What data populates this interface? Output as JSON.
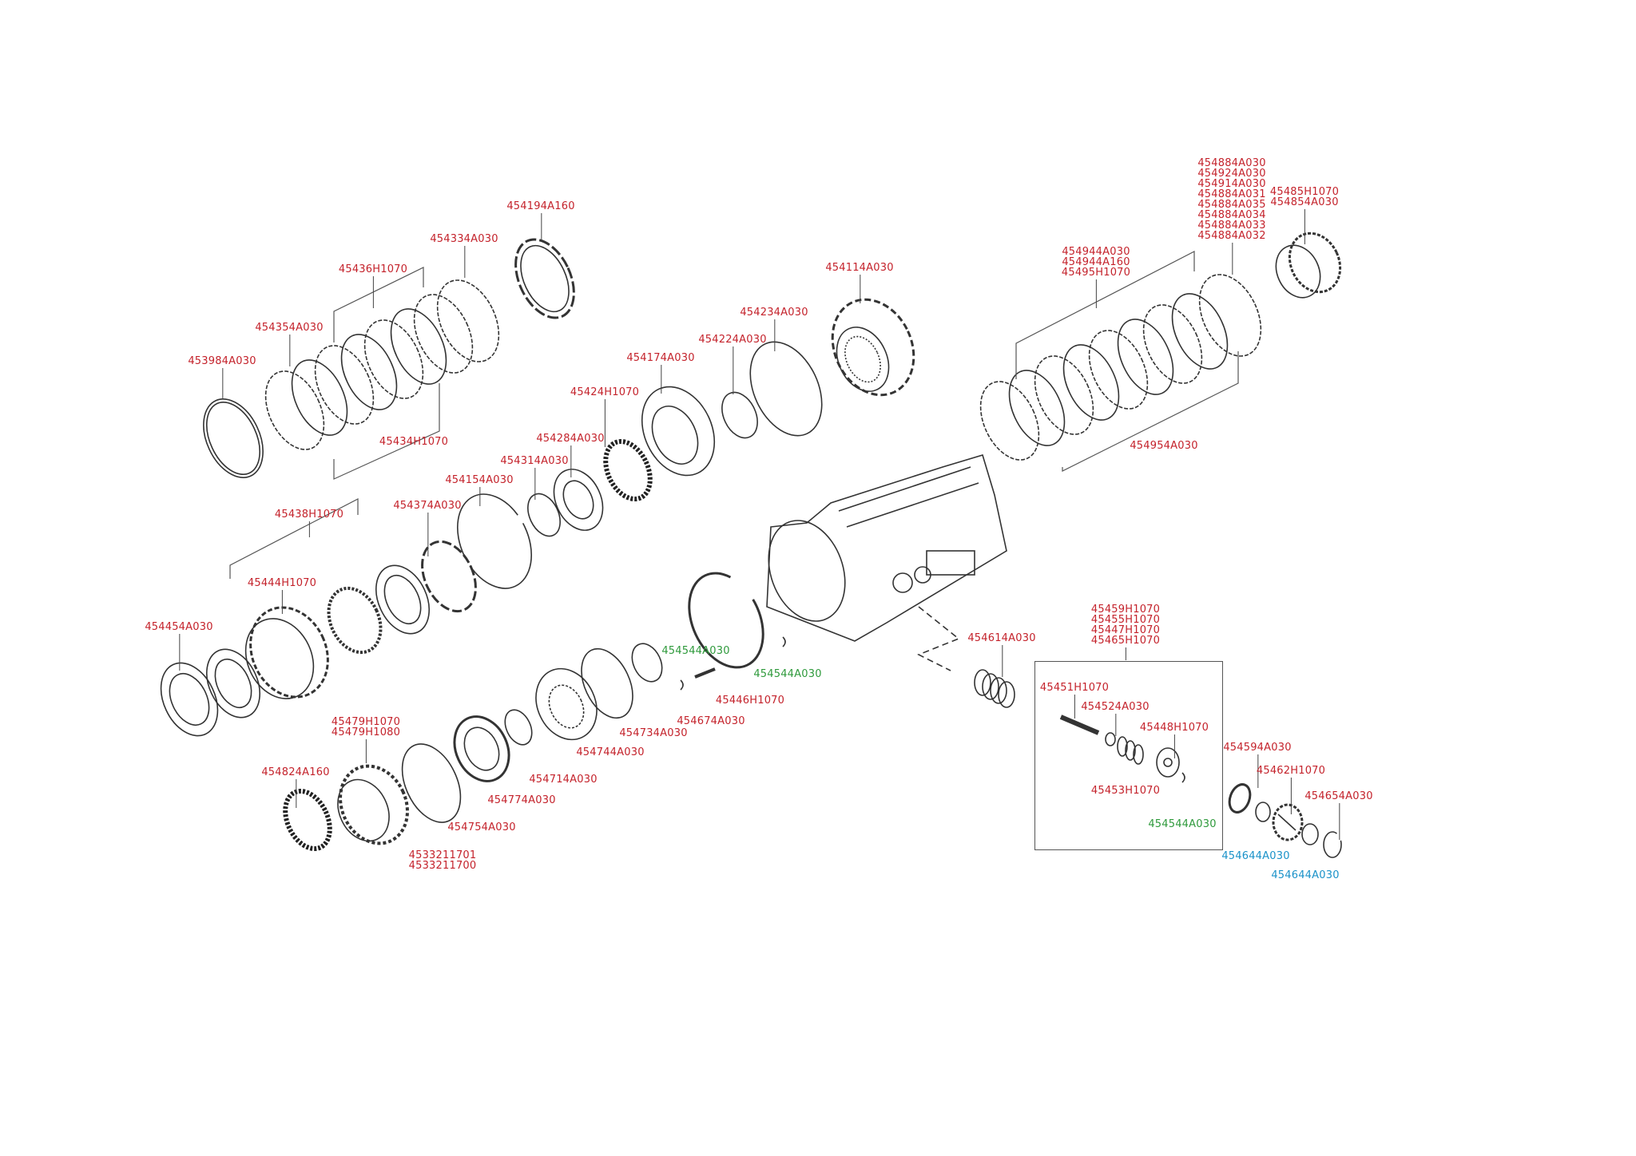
{
  "labels": {
    "p454194A160": "454194A160",
    "p454334A030": "454334A030",
    "p45436H1070": "45436H1070",
    "p454354A030": "454354A030",
    "p453984A030": "453984A030",
    "p45434H1070": "45434H1070",
    "p454114A030": "454114A030",
    "p454234A030": "454234A030",
    "p454224A030": "454224A030",
    "p454174A030": "454174A030",
    "p45424H1070": "45424H1070",
    "p454284A030": "454284A030",
    "p454314A030": "454314A030",
    "p454154A030": "454154A030",
    "p45438H1070": "45438H1070",
    "p454374A030": "454374A030",
    "p45444H1070": "45444H1070",
    "p454454A030": "454454A030",
    "p454544A030_a": "454544A030",
    "p454544A030_b": "454544A030",
    "p45446H1070": "45446H1070",
    "p454674A030": "454674A030",
    "p454734A030": "454734A030",
    "p454744A030": "454744A030",
    "p454714A030": "454714A030",
    "p454774A030": "454774A030",
    "p454754A030": "454754A030",
    "p45479": [
      "45479H1070",
      "45479H1080"
    ],
    "p454824A160": "454824A160",
    "p4533211701": [
      "4533211701",
      "4533211700"
    ],
    "p454944": [
      "454944A030",
      "454944A160",
      "45495H1070"
    ],
    "p454954A030": "454954A030",
    "p454884": [
      "454884A030",
      "454924A030",
      "454914A030",
      "454884A031",
      "454884A035",
      "454884A034",
      "454884A033",
      "454884A032"
    ],
    "p45485": [
      "45485H1070",
      "454854A030"
    ],
    "p454614A030": "454614A030",
    "p45459": [
      "45459H1070",
      "45455H1070",
      "45447H1070",
      "45465H1070"
    ],
    "p45451H1070": "45451H1070",
    "p454524A030": "454524A030",
    "p45448H1070": "45448H1070",
    "p45453H1070": "45453H1070",
    "p454544A030_c": "454544A030",
    "p454594A030": "454594A030",
    "p45462H1070": "45462H1070",
    "p454654A030": "454654A030",
    "p454644A030_a": "454644A030",
    "p454644A030_b": "454644A030"
  },
  "colors": {
    "standard": "#c4222b",
    "highlight_green": "#2f9a3c",
    "highlight_blue": "#1a92c9"
  }
}
